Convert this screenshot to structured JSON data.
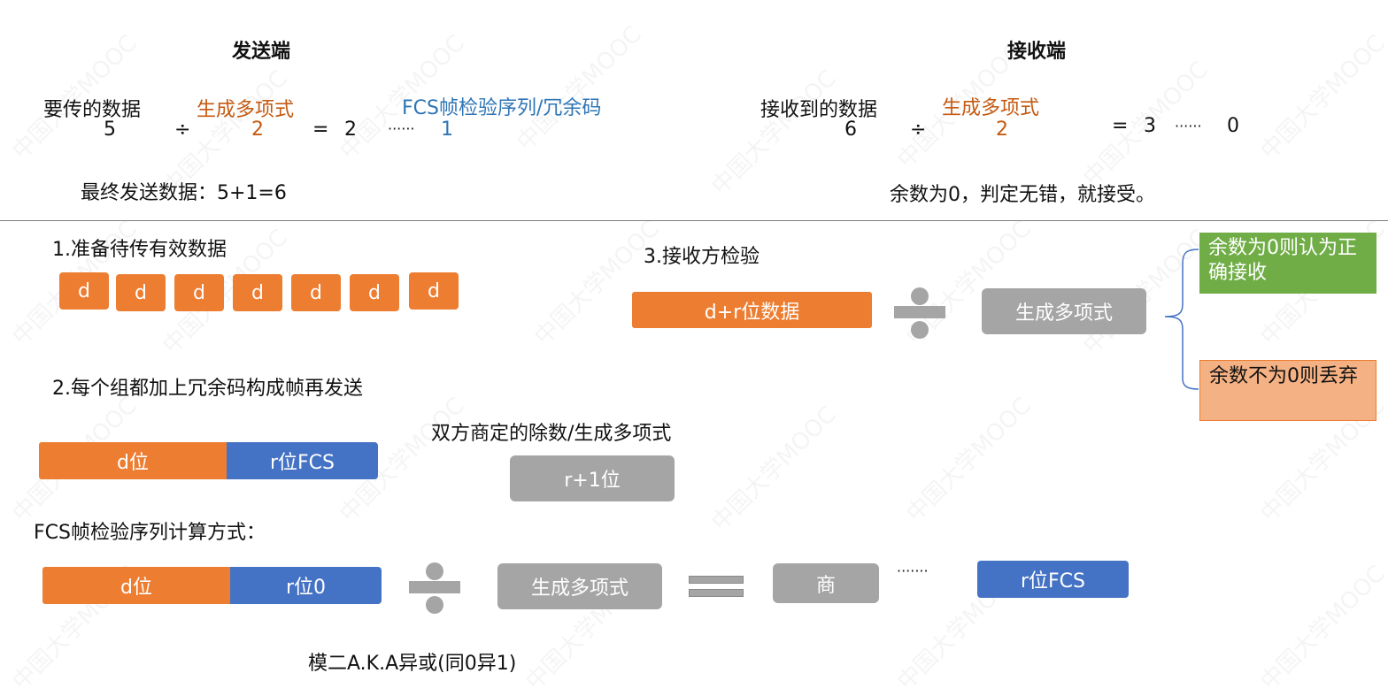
{
  "sender": {
    "title": "发送端",
    "data_label": "要传的数据",
    "poly_label": "生成多项式",
    "fcs_label": "FCS帧检验序列/冗余码",
    "dividend": "5",
    "div_sign": "÷",
    "divisor": "2",
    "eq": "=",
    "quotient": "2",
    "dots": "······",
    "remainder": "1",
    "final": "最终发送数据：5+1=6"
  },
  "receiver": {
    "title": "接收端",
    "data_label": "接收到的数据",
    "poly_label": "生成多项式",
    "dividend": "6",
    "div_sign": "÷",
    "divisor": "2",
    "eq": "=",
    "quotient": "3",
    "dots": "······",
    "remainder": "0",
    "result": "余数为0，判定无错，就接受。"
  },
  "step1": {
    "title": "1.准备待传有效数据",
    "blocks": [
      "d",
      "d",
      "d",
      "d",
      "d",
      "d",
      "d"
    ]
  },
  "step2": {
    "title": "2.每个组都加上冗余码构成帧再发送",
    "d_label": "d位",
    "r_label": "r位FCS",
    "agreed_label": "双方商定的除数/生成多项式",
    "r1_label": "r+1位"
  },
  "step3": {
    "title": "3.接收方检验",
    "data_label": "d+r位数据",
    "poly_label": "生成多项式",
    "ok_label": "余数为0则认为正确接收",
    "bad_label": "余数不为0则丢弃"
  },
  "fcs_calc": {
    "title": "FCS帧检验序列计算方式：",
    "d_label": "d位",
    "r0_label": "r位0",
    "poly_label": "生成多项式",
    "quotient_label": "商",
    "dots": "·······",
    "result_label": "r位FCS",
    "note": "模二A.K.A异或(同0异1)"
  },
  "watermark_text": "中国大学MOOC",
  "colors": {
    "orange": "#ed7d31",
    "blue": "#4472c4",
    "gray": "#a5a5a5",
    "green": "#70ad47",
    "salmon": "#f4b183",
    "orange_text": "#c55a11",
    "blue_text": "#2e75b6"
  }
}
